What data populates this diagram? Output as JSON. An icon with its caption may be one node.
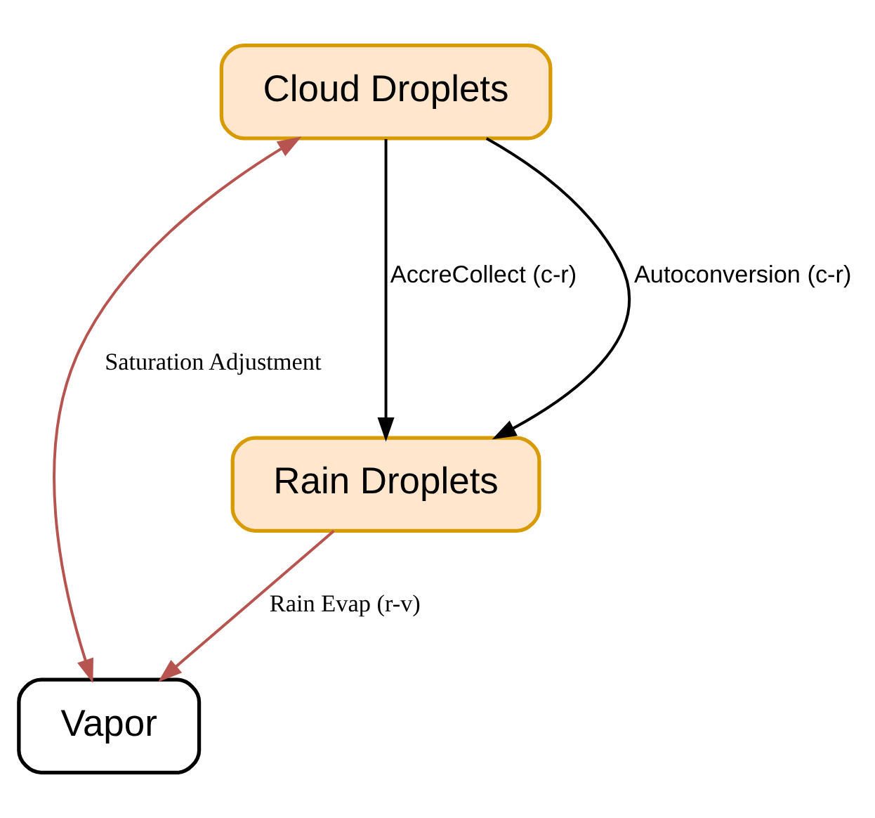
{
  "diagram": {
    "nodes": [
      {
        "text": [
          "Cloud Droplets"
        ]
      },
      {
        "text": [
          "Vapor"
        ]
      },
      {
        "text": [
          "Rain Droplets"
        ]
      }
    ],
    "edges": [
      {
        "from": 0,
        "to": 2,
        "arrow": "to",
        "label": "AccreCollect (c-r)"
      },
      {
        "from": 0,
        "to": 2,
        "arrow": "to",
        "label": "Autoconversion (c-r)"
      },
      {
        "from": 0,
        "to": 1,
        "arrow": "both",
        "label": "Saturation Adjustment",
        "color": "#b85450"
      },
      {
        "from": 2,
        "to": 1,
        "arrow": "to",
        "label": "Rain Evap (r-v)",
        "color": "#b85450"
      }
    ]
  }
}
